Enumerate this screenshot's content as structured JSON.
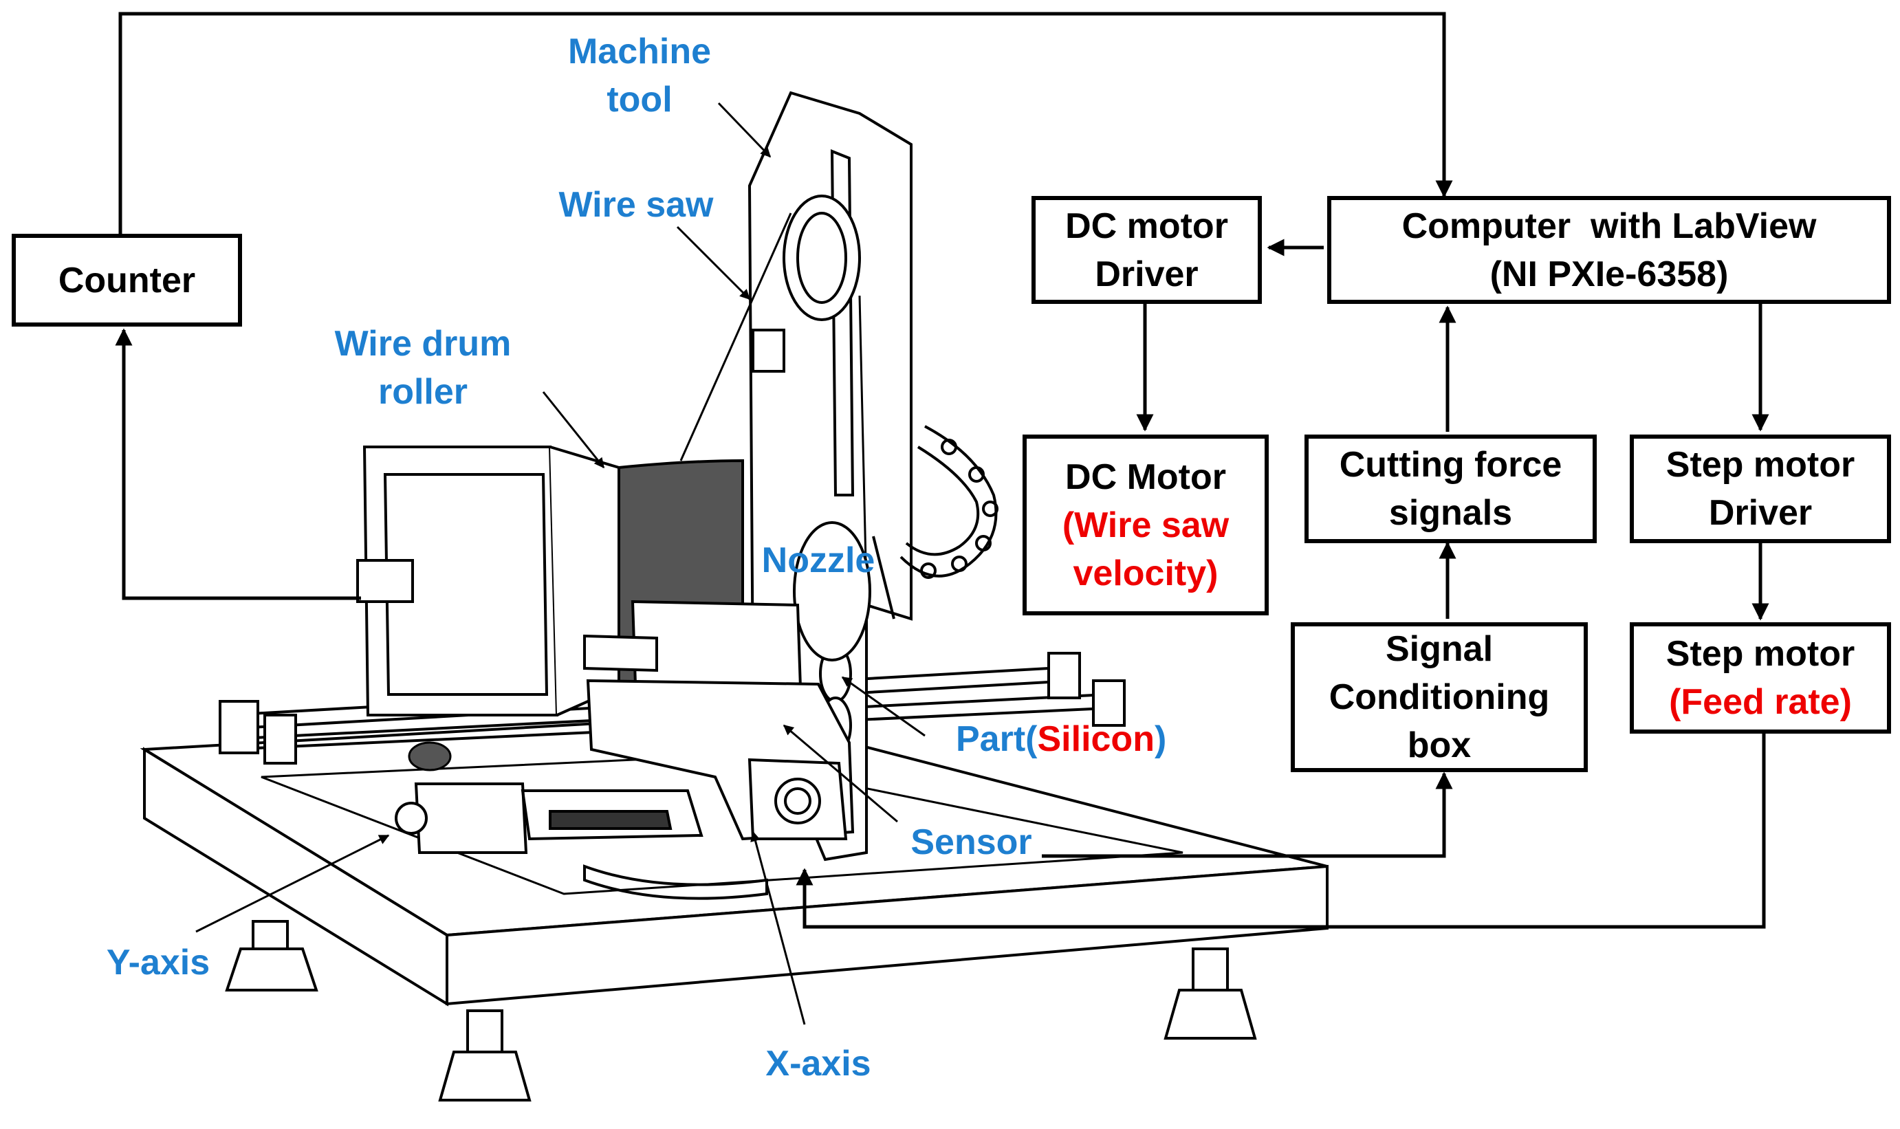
{
  "diagram": {
    "blocks": {
      "counter": {
        "lines": [
          "Counter"
        ]
      },
      "dc_driver": {
        "lines": [
          "DC motor",
          "Driver"
        ]
      },
      "computer": {
        "lines": [
          "Computer  with LabView",
          "(NI PXIe-6358)"
        ]
      },
      "dc_motor": {
        "line1": "DC Motor",
        "line2": "(Wire saw",
        "line3": "velocity)"
      },
      "cutting_force": {
        "lines": [
          "Cutting force",
          "signals"
        ]
      },
      "step_driver": {
        "lines": [
          "Step motor",
          "Driver"
        ]
      },
      "signal_box": {
        "lines": [
          "Signal",
          "Conditioning",
          "box"
        ]
      },
      "step_motor": {
        "line1": "Step motor",
        "line2": "(Feed rate)"
      }
    },
    "labels": {
      "machine_tool": {
        "line1": "Machine",
        "line2": "tool"
      },
      "wire_saw": "Wire saw",
      "wire_drum": {
        "line1": "Wire drum",
        "line2": "roller"
      },
      "nozzle": "Nozzle",
      "part": {
        "prefix": "Part(",
        "material": "Silicon",
        "suffix": ")"
      },
      "sensor": "Sensor",
      "y_axis": "Y-axis",
      "x_axis": "X-axis"
    },
    "colors": {
      "label": "#1e7fd0",
      "highlight": "#ee0000",
      "line": "#000000"
    }
  }
}
